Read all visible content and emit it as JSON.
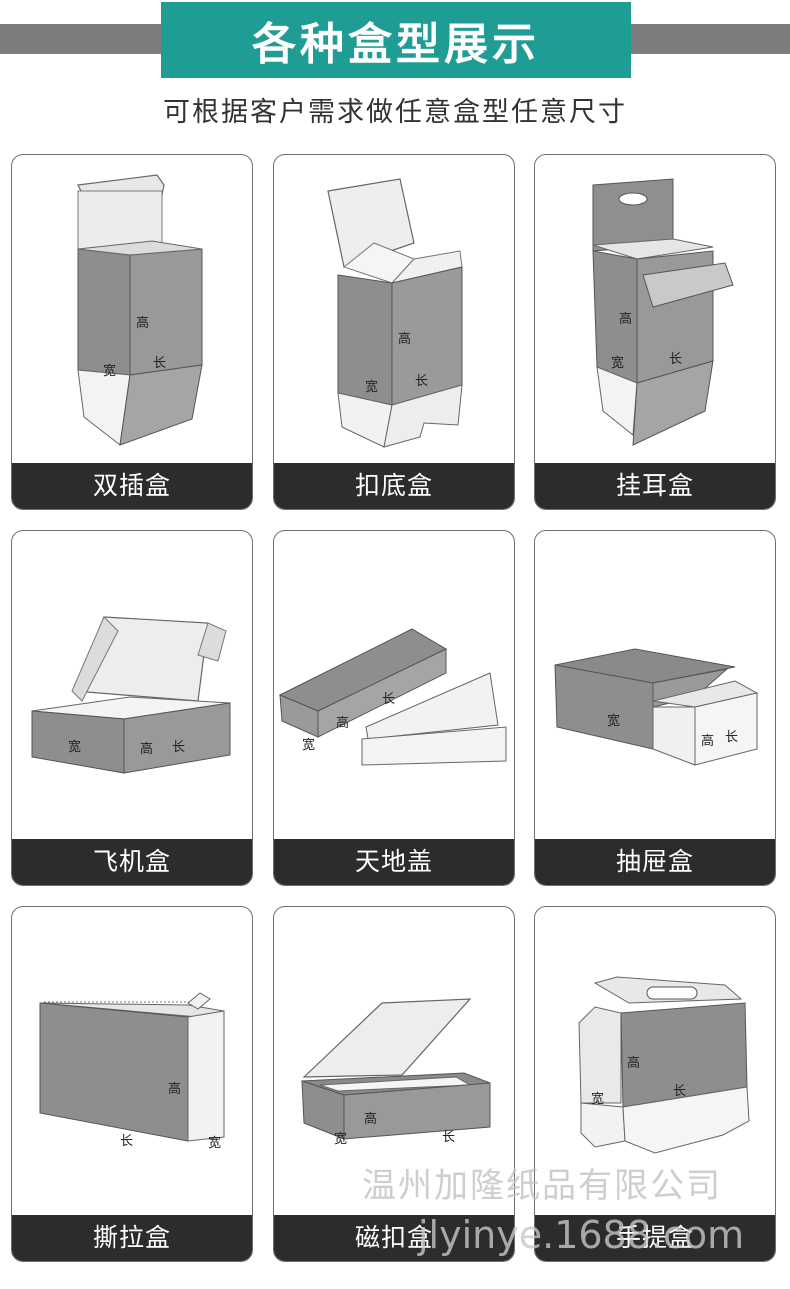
{
  "header": {
    "title": "各种盒型展示",
    "subtitle": "可根据客户需求做任意盒型任意尺寸"
  },
  "dimension_labels": {
    "height": "高",
    "width": "宽",
    "length": "长"
  },
  "boxes": [
    {
      "name": "双插盒"
    },
    {
      "name": "扣底盒"
    },
    {
      "name": "挂耳盒"
    },
    {
      "name": "飞机盒"
    },
    {
      "name": "天地盖"
    },
    {
      "name": "抽屉盒"
    },
    {
      "name": "撕拉盒"
    },
    {
      "name": "磁扣盒"
    },
    {
      "name": "手提盒"
    }
  ],
  "watermark": {
    "company": "温州加隆纸品有限公司",
    "site": "jlyinye.1688.com"
  },
  "colors": {
    "accent": "#1f9c94",
    "label_bg": "#2c2c2c",
    "header_bar": "#7d7d7d",
    "box_face": "#8e8e8e"
  }
}
